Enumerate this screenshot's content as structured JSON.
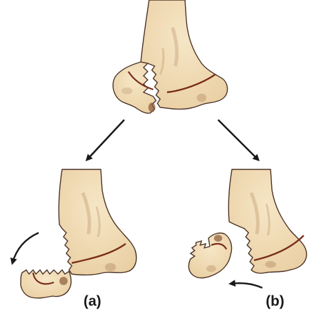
{
  "labels": {
    "panel_a": "(a)",
    "panel_b": "(b)"
  },
  "colors": {
    "bone_fill": "#f0dbb6",
    "bone_shadow": "#c9a880",
    "bone_dark": "#8a5a38",
    "outline": "#4a3226",
    "fracture_line": "#7a2d1a",
    "arrow": "#1a1a1a",
    "background": "#ffffff"
  },
  "icons": [
    "arrow-down-left",
    "arrow-down-right",
    "curved-arrow-left",
    "curved-arrow-up"
  ]
}
